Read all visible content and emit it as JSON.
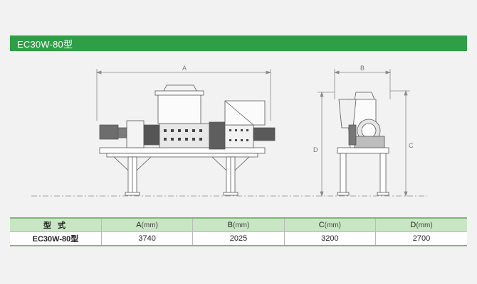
{
  "header": {
    "title": "EC30W-80型"
  },
  "drawing": {
    "labels": {
      "a": "A",
      "b": "B",
      "c": "C",
      "d": "D"
    }
  },
  "table": {
    "columns": [
      {
        "label": "型 式",
        "unit": ""
      },
      {
        "label": "A",
        "unit": "(mm)"
      },
      {
        "label": "B",
        "unit": "(mm)"
      },
      {
        "label": "C",
        "unit": "(mm)"
      },
      {
        "label": "D",
        "unit": "(mm)"
      }
    ],
    "rows": [
      {
        "model": "EC30W-80型",
        "a": "3740",
        "b": "2025",
        "c": "3200",
        "d": "2700"
      }
    ]
  }
}
